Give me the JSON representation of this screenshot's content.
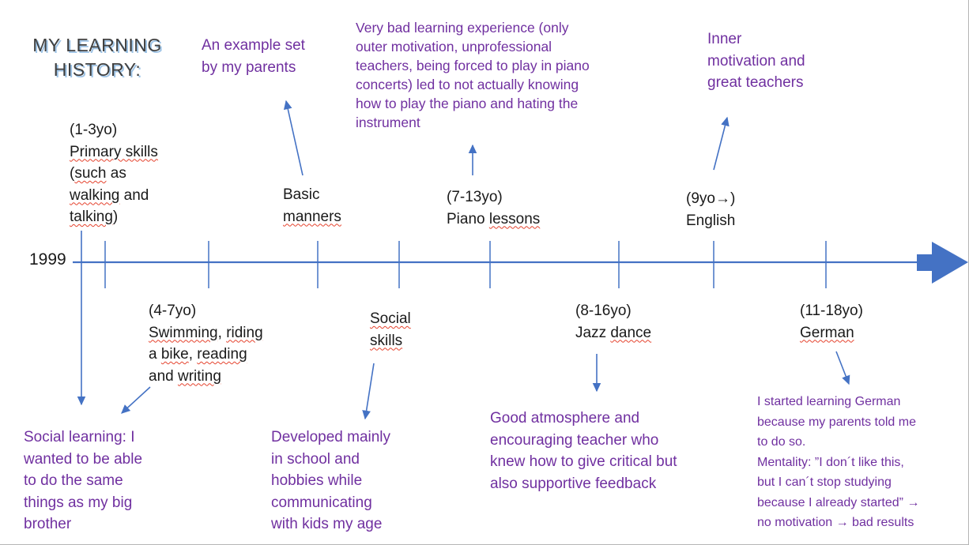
{
  "colors": {
    "purple_text": "#7030A0",
    "black_text": "#1a1a1a",
    "timeline_blue": "#4472C4",
    "squiggle_red": "#e5432e",
    "title_shadow_blue": "#9dc3e6",
    "title_text": "#3f3f3f"
  },
  "title": "MY LEARNING\nHISTORY:",
  "timeline": {
    "year_label": "1999"
  },
  "purple_notes": {
    "example_set": "An example set\nby my parents",
    "piano_note": "Very bad learning experience (only\nouter motivation, unprofessional\nteachers, being forced to play in piano\nconcerts) led to not actually knowing\nhow to play the piano and hating the\ninstrument",
    "english_note": "Inner\nmotivation and\ngreat teachers",
    "social_learning_note": "Social learning: I\nwanted to be able\nto do the same\nthings as my big\nbrother",
    "social_skills_note": "Developed mainly\nin school and\nhobbies while\ncommunicating\nwith kids my age",
    "jazz_note": "Good atmosphere and\nencouraging teacher who\nknew how to give critical but\nalso supportive feedback",
    "german_note": "I started learning German\nbecause my parents told me\nto do so.\nMentality: ”I don´t like this,\nbut I can´t stop studying\nbecause I already started” →\nno motivation → bad results"
  },
  "events": {
    "primary_skills": [
      [
        {
          "t": "(1-3yo)"
        }
      ],
      [
        {
          "t": "Primary skills",
          "sq": true
        }
      ],
      [
        {
          "t": "("
        },
        {
          "t": "such",
          "sq": true
        },
        {
          "t": " as"
        }
      ],
      [
        {
          "t": "walking",
          "sq": true
        },
        {
          "t": " and"
        }
      ],
      [
        {
          "t": "talking",
          "sq": true
        },
        {
          "t": ")"
        }
      ]
    ],
    "basic_manners": [
      [
        {
          "t": "Basic"
        }
      ],
      [
        {
          "t": "manners",
          "sq": true
        }
      ]
    ],
    "piano_lessons": [
      [
        {
          "t": "(7-13yo)"
        }
      ],
      [
        {
          "t": "Piano "
        },
        {
          "t": "lessons",
          "sq": true
        }
      ]
    ],
    "english": [
      [
        {
          "t": "(9yo→)"
        }
      ],
      [
        {
          "t": "English"
        }
      ]
    ],
    "swimming": [
      [
        {
          "t": "(4-7yo)"
        }
      ],
      [
        {
          "t": "Swimming",
          "sq": true
        },
        {
          "t": ", "
        },
        {
          "t": "riding",
          "sq": true
        }
      ],
      [
        {
          "t": "a "
        },
        {
          "t": "bike",
          "sq": true
        },
        {
          "t": ", "
        },
        {
          "t": "reading",
          "sq": true
        }
      ],
      [
        {
          "t": "and "
        },
        {
          "t": "writing",
          "sq": true
        }
      ]
    ],
    "social_skills": [
      [
        {
          "t": "Social",
          "sq": true
        }
      ],
      [
        {
          "t": "skills",
          "sq": true
        }
      ]
    ],
    "jazz_dance": [
      [
        {
          "t": "(8-16yo)"
        }
      ],
      [
        {
          "t": "Jazz "
        },
        {
          "t": "dance",
          "sq": true
        }
      ]
    ],
    "german": [
      [
        {
          "t": "(11-18yo)"
        }
      ],
      [
        {
          "t": "German",
          "sq": true
        }
      ]
    ]
  }
}
